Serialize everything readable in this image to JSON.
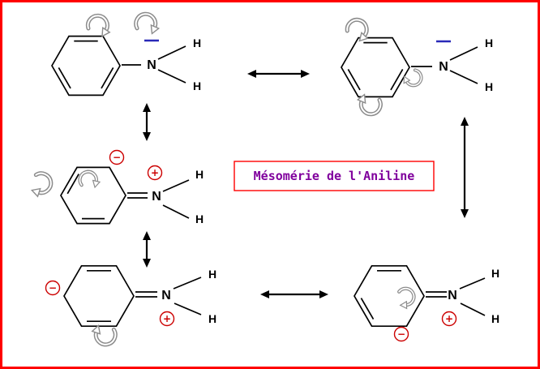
{
  "title": {
    "text": "Mésomérie de l'Aniline"
  },
  "atoms": {
    "nitrogen": "N",
    "hydrogen": "H"
  },
  "charges": {
    "plus": "+",
    "minus": "−"
  },
  "icons": {
    "curved_arrow": "gray curled electron-shift arrow",
    "resonance_arrow": "black double-headed resonance arrow",
    "lone_pair": "short blue bar above nitrogen (lone pair)"
  },
  "colors": {
    "frame_border": "#ff0000",
    "bond": "#000000",
    "lone_pair": "#2929b8",
    "charge": "#cc0000",
    "resonance_arrow": "#000000",
    "curved_arrow": "#8c8c8c",
    "title_text": "#80009d",
    "title_border": "#ff0000"
  }
}
